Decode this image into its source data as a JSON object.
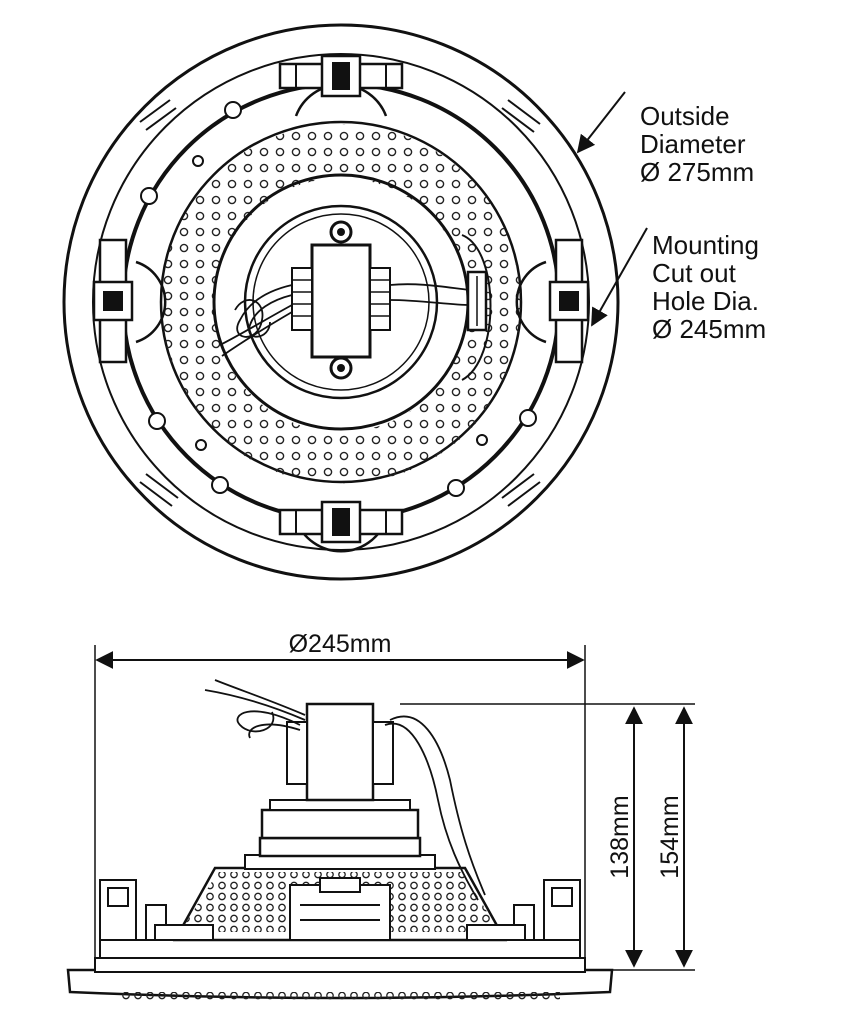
{
  "top_view": {
    "outside_label": [
      "Outside",
      "Diameter",
      "Ø 275mm"
    ],
    "mounting_label": [
      "Mounting",
      "Cut out",
      "Hole Dia.",
      "Ø 245mm"
    ]
  },
  "side_view": {
    "width_label": "Ø245mm",
    "height_inner_label": "138mm",
    "height_outer_label": "154mm"
  }
}
